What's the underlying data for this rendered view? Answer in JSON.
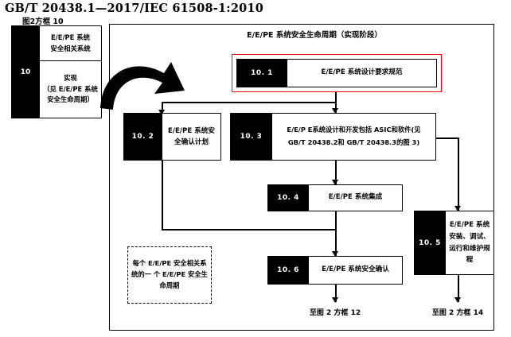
{
  "header": {
    "standard_line": "GB/T  20438.1—2017/IEC 61508-1:2010",
    "figure_caption": "图2方框 10"
  },
  "frame": {
    "title": "E/E/PE 系统安全生命周期（实现阶段）"
  },
  "left_box": {
    "number": "10",
    "top_text": "E/E/PE 系统\n安全相关系统",
    "bottom_text": "实现\n（见 E/E/PE 系统\n安全生命周期）"
  },
  "boxes": [
    {
      "id": "10.1",
      "number": "10. 1",
      "label": "E/E/PE 系统设计要求规范",
      "highlighted": true,
      "highlight_color": "#ff0000"
    },
    {
      "id": "10.2",
      "number": "10. 2",
      "label": "E/E/PE 系统安全确认计划",
      "highlighted": false
    },
    {
      "id": "10.3",
      "number": "10. 3",
      "label": "E/E/P E系统设计和开发包括 ASIC和软件(见\nGB/T 20438.2和 GB/T 20438.3的图 3)",
      "highlighted": false
    },
    {
      "id": "10.4",
      "number": "10. 4",
      "label": "E/E/PE 系统集成",
      "highlighted": false
    },
    {
      "id": "10.5",
      "number": "10. 5",
      "label": "E/E/PE 系统安装、调试、运行和维护规程",
      "highlighted": false
    },
    {
      "id": "10.6",
      "number": "10. 6",
      "label": "E/E/PE 系统安全确认",
      "highlighted": false
    }
  ],
  "note": {
    "text": "每个 E/E/PE 安全相关系统的一 个 E/E/PE 安全生命周期"
  },
  "exits": [
    {
      "label": "至图 2 方框 12"
    },
    {
      "label": "至图 2 方框 14"
    }
  ]
}
